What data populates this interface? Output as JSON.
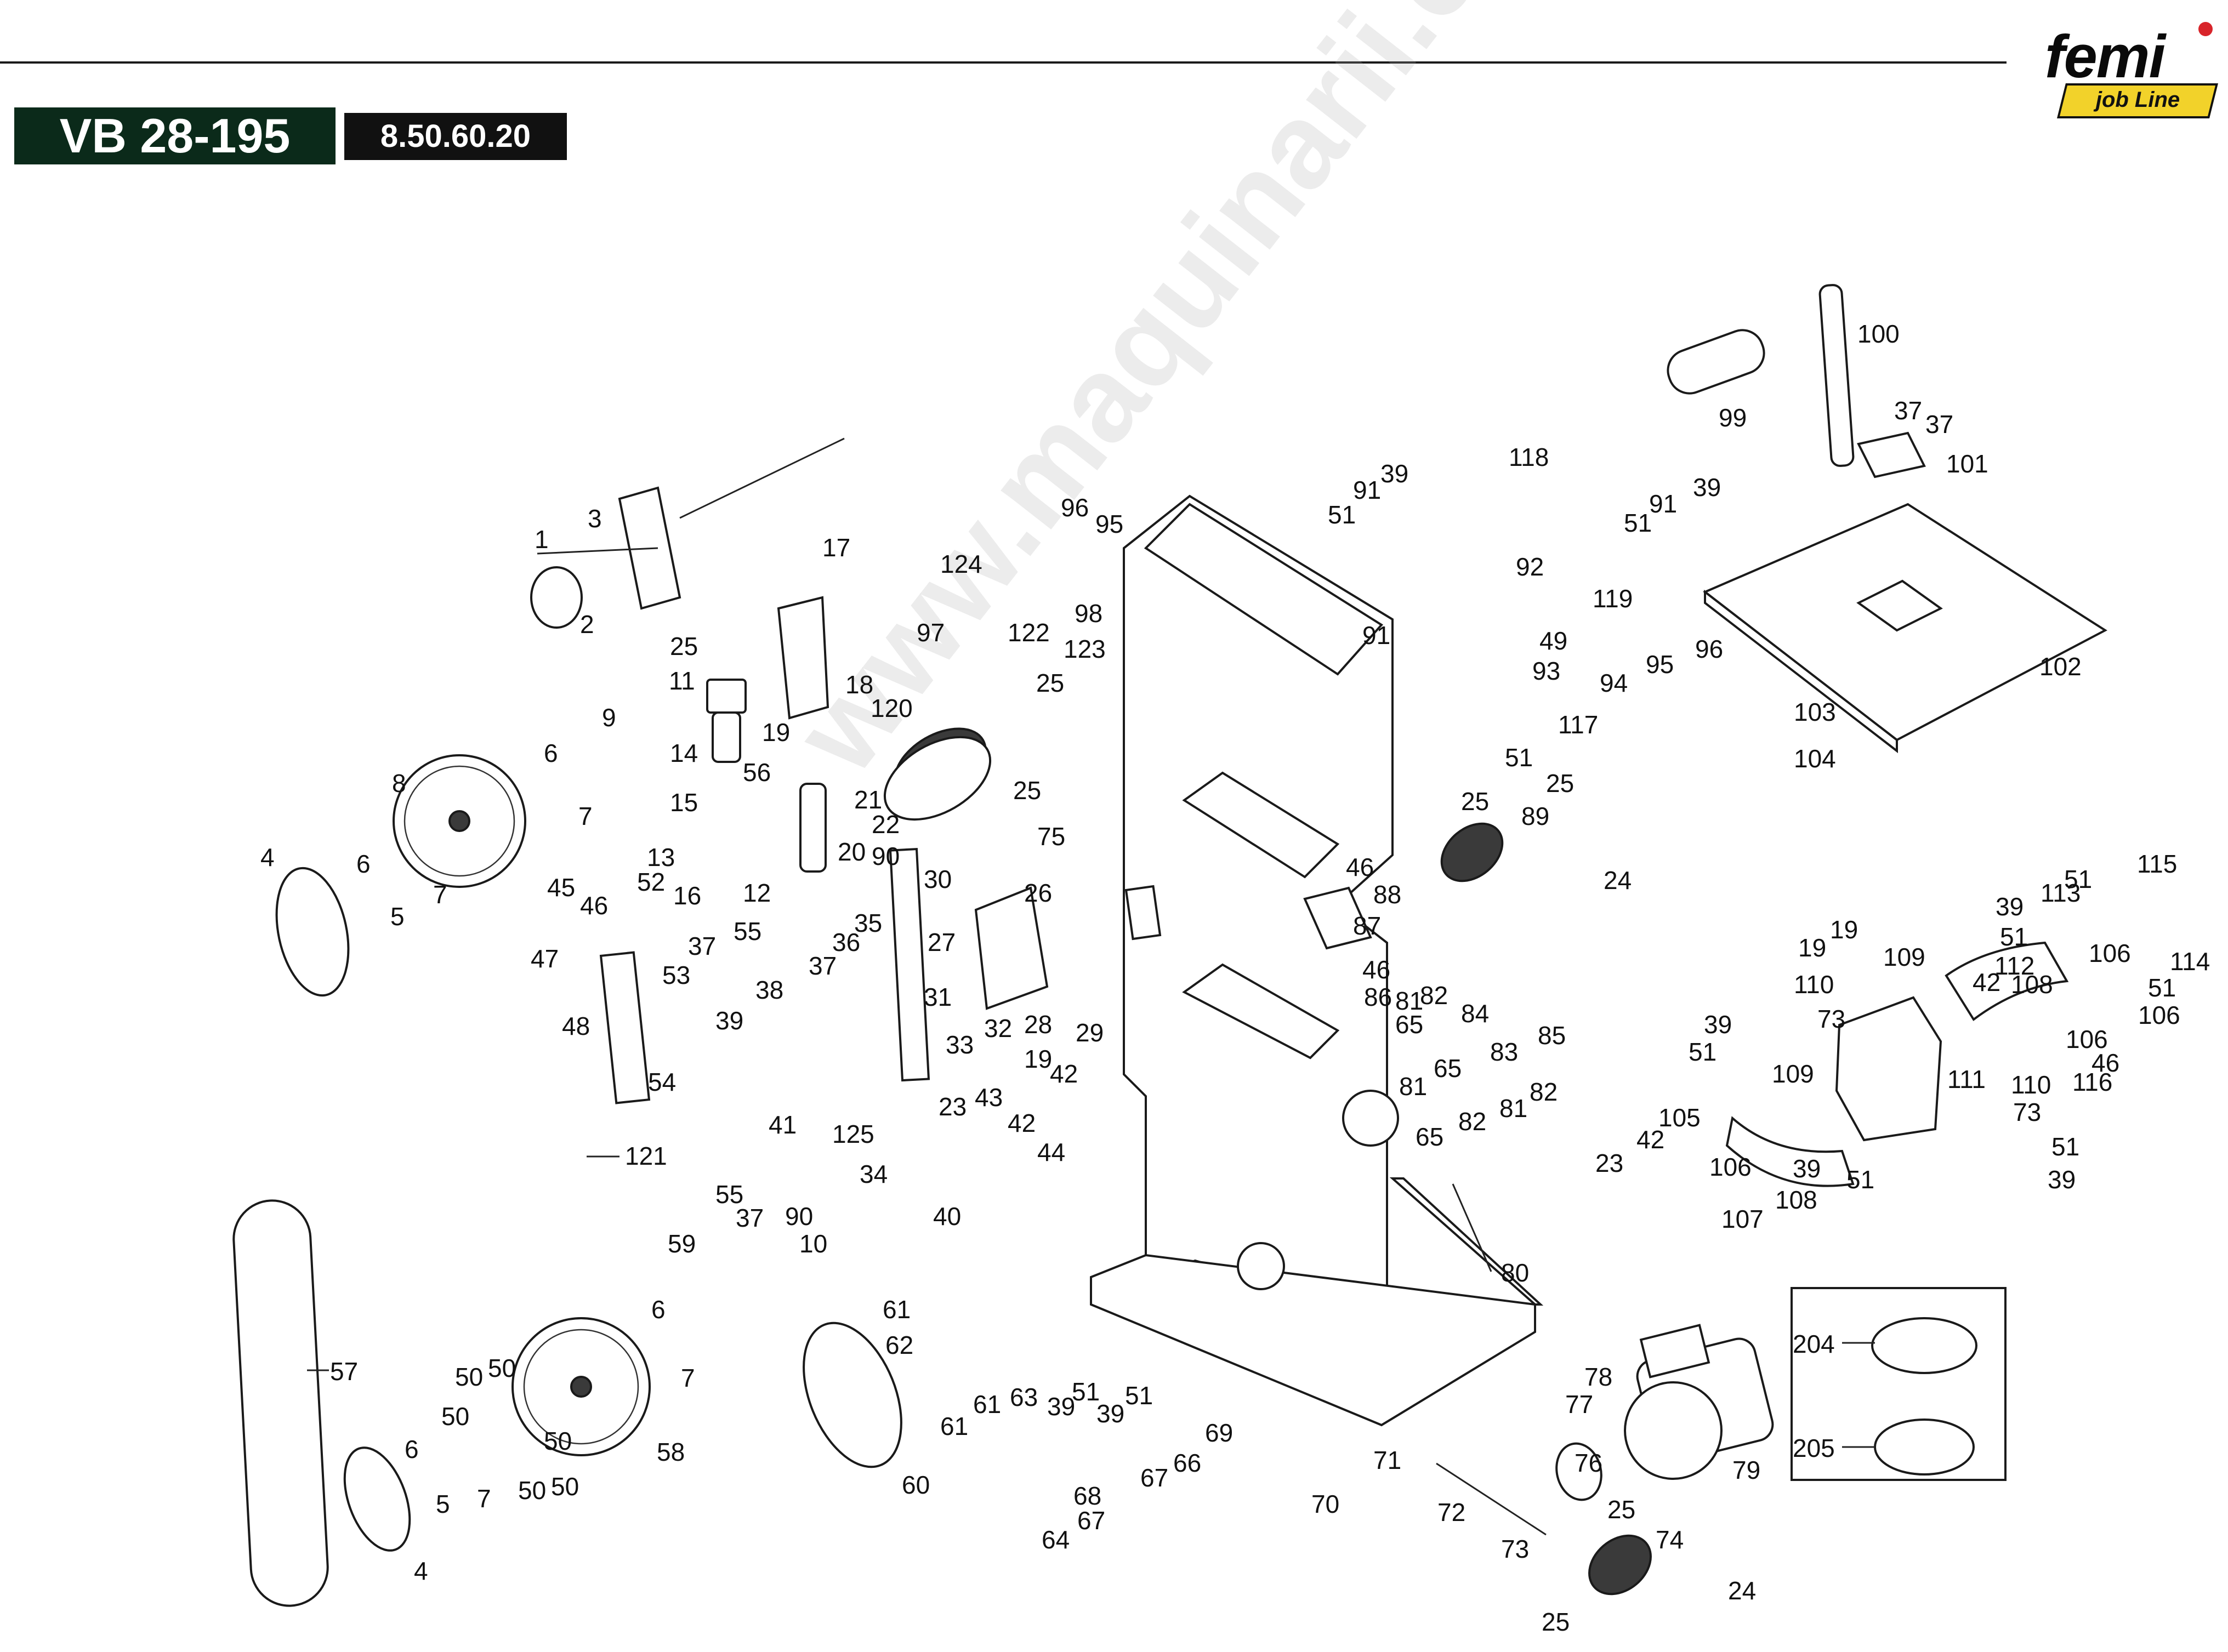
{
  "header": {
    "model": "VB 28-195",
    "code": "8.50.60.20",
    "logo_text": "femi",
    "logo_subtext": "job Line"
  },
  "watermark": "www.maquinarii.com",
  "colors": {
    "model_box": "#0b2a1a",
    "code_box": "#111111",
    "logo_badge": "#f2d22a",
    "logo_dot": "#d8242a"
  },
  "callouts": [
    {
      "id": "1",
      "text": "1"
    },
    {
      "id": "2",
      "text": "2"
    },
    {
      "id": "3",
      "text": "3"
    },
    {
      "id": "4a",
      "text": "4"
    },
    {
      "id": "4b",
      "text": "4"
    },
    {
      "id": "5a",
      "text": "5"
    },
    {
      "id": "5b",
      "text": "5"
    },
    {
      "id": "6a",
      "text": "6"
    },
    {
      "id": "6b",
      "text": "6"
    },
    {
      "id": "6c",
      "text": "6"
    },
    {
      "id": "6d",
      "text": "6"
    },
    {
      "id": "7a",
      "text": "7"
    },
    {
      "id": "7b",
      "text": "7"
    },
    {
      "id": "7c",
      "text": "7"
    },
    {
      "id": "7d",
      "text": "7"
    },
    {
      "id": "8",
      "text": "8"
    },
    {
      "id": "9",
      "text": "9"
    },
    {
      "id": "10",
      "text": "10"
    },
    {
      "id": "11",
      "text": "11"
    },
    {
      "id": "12",
      "text": "12"
    },
    {
      "id": "13",
      "text": "13"
    },
    {
      "id": "14",
      "text": "14"
    },
    {
      "id": "15",
      "text": "15"
    },
    {
      "id": "16",
      "text": "16"
    },
    {
      "id": "17",
      "text": "17"
    },
    {
      "id": "18",
      "text": "18"
    },
    {
      "id": "19a",
      "text": "19"
    },
    {
      "id": "19b",
      "text": "19"
    },
    {
      "id": "19c",
      "text": "19"
    },
    {
      "id": "19d",
      "text": "19"
    },
    {
      "id": "20",
      "text": "20"
    },
    {
      "id": "21",
      "text": "21"
    },
    {
      "id": "22",
      "text": "22"
    },
    {
      "id": "23a",
      "text": "23"
    },
    {
      "id": "23b",
      "text": "23"
    },
    {
      "id": "24a",
      "text": "24"
    },
    {
      "id": "24b",
      "text": "24"
    },
    {
      "id": "25a",
      "text": "25"
    },
    {
      "id": "25b",
      "text": "25"
    },
    {
      "id": "25c",
      "text": "25"
    },
    {
      "id": "25d",
      "text": "25"
    },
    {
      "id": "25e",
      "text": "25"
    },
    {
      "id": "25f",
      "text": "25"
    },
    {
      "id": "25g",
      "text": "25"
    },
    {
      "id": "26",
      "text": "26"
    },
    {
      "id": "27",
      "text": "27"
    },
    {
      "id": "28",
      "text": "28"
    },
    {
      "id": "29",
      "text": "29"
    },
    {
      "id": "30",
      "text": "30"
    },
    {
      "id": "31",
      "text": "31"
    },
    {
      "id": "32",
      "text": "32"
    },
    {
      "id": "33",
      "text": "33"
    },
    {
      "id": "34",
      "text": "34"
    },
    {
      "id": "35",
      "text": "35"
    },
    {
      "id": "36",
      "text": "36"
    },
    {
      "id": "37a",
      "text": "37"
    },
    {
      "id": "37b",
      "text": "37"
    },
    {
      "id": "37c",
      "text": "37"
    },
    {
      "id": "37d",
      "text": "37"
    },
    {
      "id": "37e",
      "text": "37"
    },
    {
      "id": "38",
      "text": "38"
    },
    {
      "id": "39a",
      "text": "39"
    },
    {
      "id": "39b",
      "text": "39"
    },
    {
      "id": "39c",
      "text": "39"
    },
    {
      "id": "39d",
      "text": "39"
    },
    {
      "id": "39e",
      "text": "39"
    },
    {
      "id": "39f",
      "text": "39"
    },
    {
      "id": "39g",
      "text": "39"
    },
    {
      "id": "39h",
      "text": "39"
    },
    {
      "id": "39i",
      "text": "39"
    },
    {
      "id": "40",
      "text": "40"
    },
    {
      "id": "41",
      "text": "41"
    },
    {
      "id": "42a",
      "text": "42"
    },
    {
      "id": "42b",
      "text": "42"
    },
    {
      "id": "42c",
      "text": "42"
    },
    {
      "id": "42d",
      "text": "42"
    },
    {
      "id": "43",
      "text": "43"
    },
    {
      "id": "44",
      "text": "44"
    },
    {
      "id": "45",
      "text": "45"
    },
    {
      "id": "46a",
      "text": "46"
    },
    {
      "id": "46b",
      "text": "46"
    },
    {
      "id": "46c",
      "text": "46"
    },
    {
      "id": "46d",
      "text": "46"
    },
    {
      "id": "47",
      "text": "47"
    },
    {
      "id": "48",
      "text": "48"
    },
    {
      "id": "49",
      "text": "49"
    },
    {
      "id": "50a",
      "text": "50"
    },
    {
      "id": "50b",
      "text": "50"
    },
    {
      "id": "50c",
      "text": "50"
    },
    {
      "id": "50d",
      "text": "50"
    },
    {
      "id": "50e",
      "text": "50"
    },
    {
      "id": "50f",
      "text": "50"
    },
    {
      "id": "51a",
      "text": "51"
    },
    {
      "id": "51b",
      "text": "51"
    },
    {
      "id": "51c",
      "text": "51"
    },
    {
      "id": "51d",
      "text": "51"
    },
    {
      "id": "51e",
      "text": "51"
    },
    {
      "id": "51f",
      "text": "51"
    },
    {
      "id": "51g",
      "text": "51"
    },
    {
      "id": "51h",
      "text": "51"
    },
    {
      "id": "51i",
      "text": "51"
    },
    {
      "id": "51j",
      "text": "51"
    },
    {
      "id": "51k",
      "text": "51"
    },
    {
      "id": "52",
      "text": "52"
    },
    {
      "id": "53",
      "text": "53"
    },
    {
      "id": "54",
      "text": "54"
    },
    {
      "id": "55a",
      "text": "55"
    },
    {
      "id": "55b",
      "text": "55"
    },
    {
      "id": "56",
      "text": "56"
    },
    {
      "id": "57",
      "text": "57"
    },
    {
      "id": "58",
      "text": "58"
    },
    {
      "id": "59",
      "text": "59"
    },
    {
      "id": "60",
      "text": "60"
    },
    {
      "id": "61a",
      "text": "61"
    },
    {
      "id": "61b",
      "text": "61"
    },
    {
      "id": "61c",
      "text": "61"
    },
    {
      "id": "62",
      "text": "62"
    },
    {
      "id": "63",
      "text": "63"
    },
    {
      "id": "64",
      "text": "64"
    },
    {
      "id": "65a",
      "text": "65"
    },
    {
      "id": "65b",
      "text": "65"
    },
    {
      "id": "65c",
      "text": "65"
    },
    {
      "id": "66",
      "text": "66"
    },
    {
      "id": "67a",
      "text": "67"
    },
    {
      "id": "67b",
      "text": "67"
    },
    {
      "id": "68",
      "text": "68"
    },
    {
      "id": "69",
      "text": "69"
    },
    {
      "id": "70",
      "text": "70"
    },
    {
      "id": "71",
      "text": "71"
    },
    {
      "id": "72",
      "text": "72"
    },
    {
      "id": "73a",
      "text": "73"
    },
    {
      "id": "73b",
      "text": "73"
    },
    {
      "id": "73c",
      "text": "73"
    },
    {
      "id": "74",
      "text": "74"
    },
    {
      "id": "75",
      "text": "75"
    },
    {
      "id": "76",
      "text": "76"
    },
    {
      "id": "77",
      "text": "77"
    },
    {
      "id": "78",
      "text": "78"
    },
    {
      "id": "79",
      "text": "79"
    },
    {
      "id": "80",
      "text": "80"
    },
    {
      "id": "81a",
      "text": "81"
    },
    {
      "id": "81b",
      "text": "81"
    },
    {
      "id": "81c",
      "text": "81"
    },
    {
      "id": "82a",
      "text": "82"
    },
    {
      "id": "82b",
      "text": "82"
    },
    {
      "id": "82c",
      "text": "82"
    },
    {
      "id": "83",
      "text": "83"
    },
    {
      "id": "84",
      "text": "84"
    },
    {
      "id": "85",
      "text": "85"
    },
    {
      "id": "86",
      "text": "86"
    },
    {
      "id": "87",
      "text": "87"
    },
    {
      "id": "88",
      "text": "88"
    },
    {
      "id": "89",
      "text": "89"
    },
    {
      "id": "90a",
      "text": "90"
    },
    {
      "id": "90b",
      "text": "90"
    },
    {
      "id": "91a",
      "text": "91"
    },
    {
      "id": "91b",
      "text": "91"
    },
    {
      "id": "91c",
      "text": "91"
    },
    {
      "id": "92",
      "text": "92"
    },
    {
      "id": "93",
      "text": "93"
    },
    {
      "id": "94",
      "text": "94"
    },
    {
      "id": "95a",
      "text": "95"
    },
    {
      "id": "95b",
      "text": "95"
    },
    {
      "id": "96a",
      "text": "96"
    },
    {
      "id": "96b",
      "text": "96"
    },
    {
      "id": "97",
      "text": "97"
    },
    {
      "id": "98",
      "text": "98"
    },
    {
      "id": "99",
      "text": "99"
    },
    {
      "id": "100",
      "text": "100"
    },
    {
      "id": "101",
      "text": "101"
    },
    {
      "id": "102",
      "text": "102"
    },
    {
      "id": "103",
      "text": "103"
    },
    {
      "id": "104",
      "text": "104"
    },
    {
      "id": "105",
      "text": "105"
    },
    {
      "id": "106a",
      "text": "106"
    },
    {
      "id": "106b",
      "text": "106"
    },
    {
      "id": "106c",
      "text": "106"
    },
    {
      "id": "106d",
      "text": "106"
    },
    {
      "id": "107",
      "text": "107"
    },
    {
      "id": "108a",
      "text": "108"
    },
    {
      "id": "108b",
      "text": "108"
    },
    {
      "id": "109a",
      "text": "109"
    },
    {
      "id": "109b",
      "text": "109"
    },
    {
      "id": "110a",
      "text": "110"
    },
    {
      "id": "110b",
      "text": "110"
    },
    {
      "id": "111",
      "text": "111"
    },
    {
      "id": "112",
      "text": "112"
    },
    {
      "id": "113",
      "text": "113"
    },
    {
      "id": "114",
      "text": "114"
    },
    {
      "id": "115",
      "text": "115"
    },
    {
      "id": "116",
      "text": "116"
    },
    {
      "id": "117",
      "text": "117"
    },
    {
      "id": "118",
      "text": "118"
    },
    {
      "id": "119",
      "text": "119"
    },
    {
      "id": "120",
      "text": "120"
    },
    {
      "id": "121",
      "text": "121"
    },
    {
      "id": "122",
      "text": "122"
    },
    {
      "id": "123",
      "text": "123"
    },
    {
      "id": "124",
      "text": "124"
    },
    {
      "id": "125",
      "text": "125"
    },
    {
      "id": "204",
      "text": "204"
    },
    {
      "id": "205",
      "text": "205"
    }
  ]
}
